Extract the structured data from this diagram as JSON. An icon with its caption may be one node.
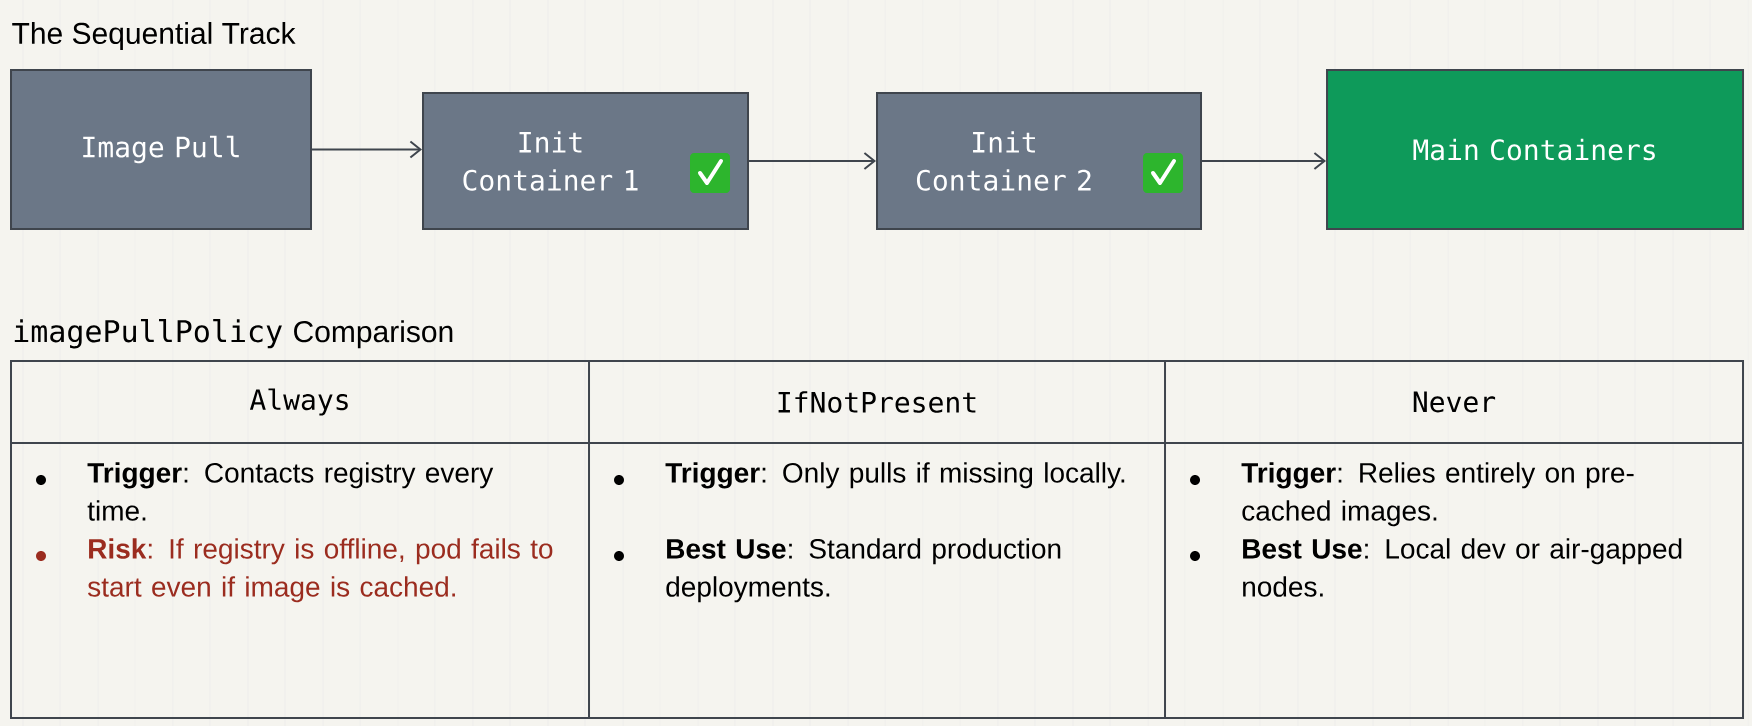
{
  "diagram": {
    "title": "The Sequential Track",
    "nodes": [
      {
        "text": [
          "Image Pull"
        ]
      },
      {
        "text": [
          "Init Container 1"
        ]
      },
      {
        "text": [
          "Init Container 2"
        ]
      },
      {
        "text": [
          "Main Containers"
        ]
      }
    ],
    "edges": [
      {
        "from": 0,
        "to": 1,
        "arrow": "to"
      },
      {
        "from": 1,
        "to": 2,
        "arrow": "to"
      },
      {
        "from": 2,
        "to": 3,
        "arrow": "to"
      }
    ],
    "labels": [
      "imagePullPolicy",
      "Comparison",
      "Always",
      "IfNotPresent",
      "Never",
      "**Trigger**: Contacts registry every time.",
      "**Risk**: If registry is offline, pod fails to start even if image is cached.",
      "**Trigger**: Only pulls if missing locally.",
      "**Best Use**: Standard production deployments.",
      "**Trigger**: Relies entirely on pre-cached images.",
      "**Best Use**: Local dev or air-gapped nodes."
    ]
  }
}
